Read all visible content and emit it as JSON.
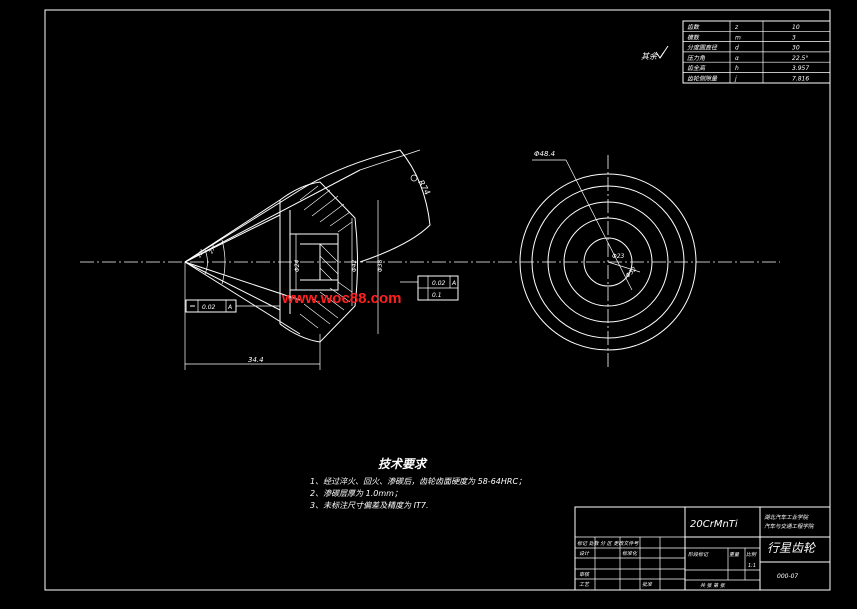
{
  "param_table": {
    "rows": [
      {
        "name": "齿数",
        "symbol": "z",
        "value": "10"
      },
      {
        "name": "模数",
        "symbol": "m",
        "value": "3"
      },
      {
        "name": "分度圆直径",
        "symbol": "d",
        "value": "30"
      },
      {
        "name": "压力角",
        "symbol": "α",
        "value": "22.5°"
      },
      {
        "name": "齿全高",
        "symbol": "h",
        "value": "3.957"
      },
      {
        "name": "齿轮侧隙量",
        "symbol": "j",
        "value": "7.816"
      }
    ]
  },
  "roughness_other": "其余",
  "dimensions": {
    "left_total_length": "34.4",
    "left_radius": "R74",
    "right_outer_dia": "Φ48.4",
    "right_inner_dia": "Φ23",
    "right_mid_dia": "Φ32",
    "bore_dia": "Φ24",
    "face_dia": "Φ42",
    "hub_dia": "Φ38",
    "tol_left_flat": "0.02",
    "tol_left_flat_ref": "A",
    "tol_right_runout": "0.02",
    "tol_right_runout_ref": "A",
    "tol_right_2": "0.1"
  },
  "watermark": "www.woc88.com",
  "tech_req": {
    "title": "技术要求",
    "items": [
      "1、经过淬火、回火、渗碳后，齿轮齿面硬度为   58-64HRC；",
      "2、渗碳层厚为 1.0mm；",
      "3、未标注尺寸偏差及精度为   IT7."
    ]
  },
  "title_block": {
    "material": "20CrMnTi",
    "school": "湖北汽车工业学院\n汽车与交通工程学院",
    "part_name": "行星齿轮",
    "drawing_no": "000-07",
    "scale": "1:1",
    "mark_design": "设计",
    "mark_std": "标准化",
    "mark_check": "审核",
    "mark_process": "工艺",
    "mark_approve": "批准",
    "mark_stage": "阶段标记",
    "mark_weight": "重量",
    "mark_ratio": "比例",
    "mark_sheets": "共 张 第 张",
    "mark_revision": "标记 处数 分 区 更改文件号"
  },
  "colors": {
    "background": "#000000",
    "line": "#ffffff",
    "watermark": "#ff0000"
  }
}
